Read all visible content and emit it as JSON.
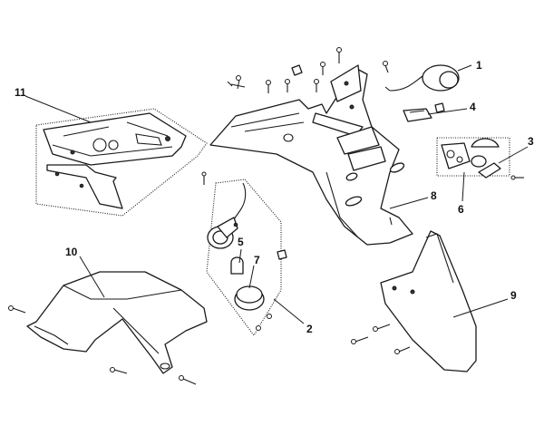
{
  "diagram": {
    "callouts": [
      {
        "id": "1",
        "label": "1"
      },
      {
        "id": "2",
        "label": "2"
      },
      {
        "id": "3",
        "label": "3"
      },
      {
        "id": "4",
        "label": "4"
      },
      {
        "id": "5",
        "label": "5"
      },
      {
        "id": "6",
        "label": "6"
      },
      {
        "id": "7",
        "label": "7"
      },
      {
        "id": "8",
        "label": "8"
      },
      {
        "id": "9",
        "label": "9"
      },
      {
        "id": "10",
        "label": "10"
      },
      {
        "id": "11",
        "label": "11"
      }
    ],
    "colors": {
      "line": "#1a1a1a",
      "background": "#ffffff"
    }
  }
}
